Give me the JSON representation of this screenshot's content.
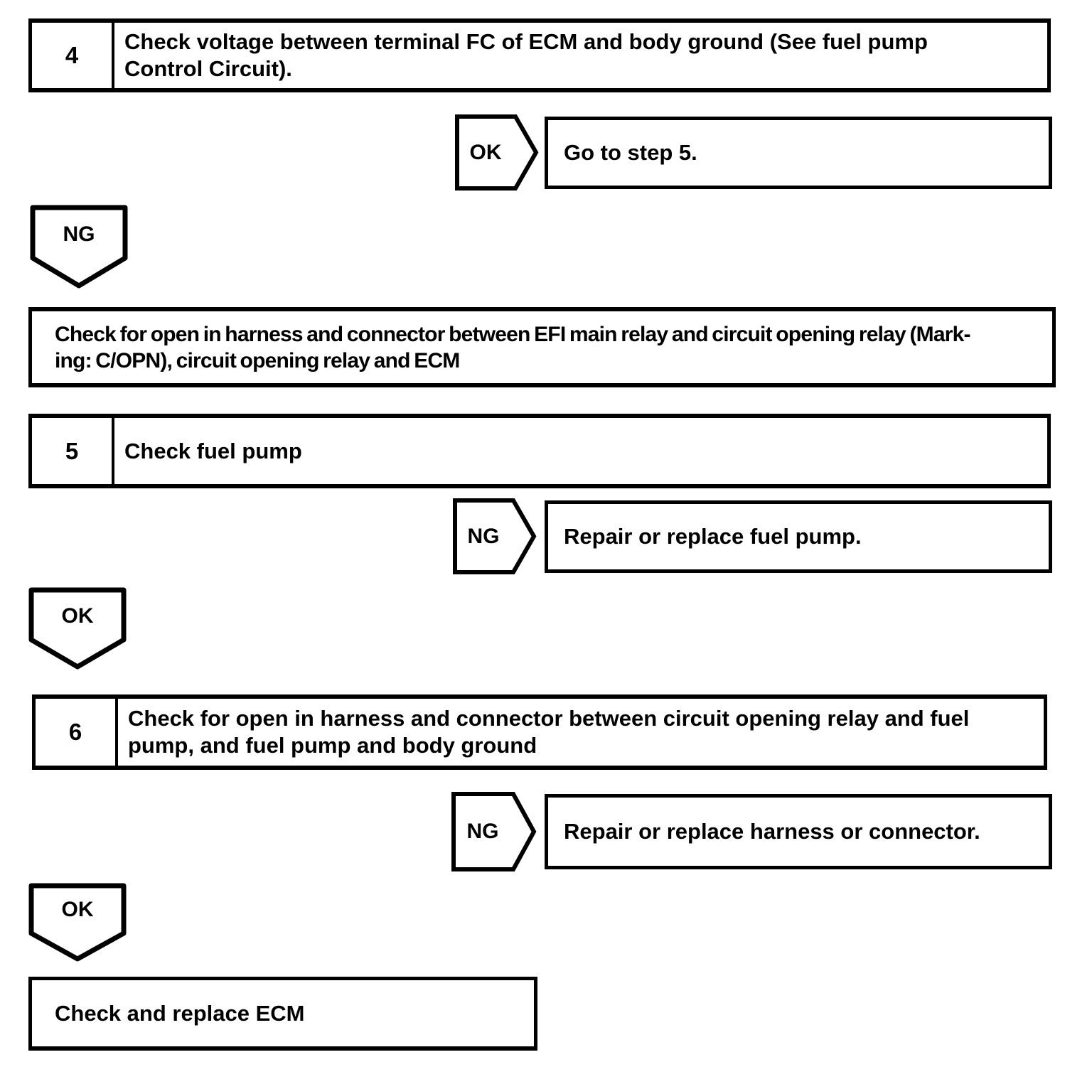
{
  "page": {
    "background_color": "#ffffff",
    "ink_color": "#000000"
  },
  "flow": {
    "step4": {
      "number": "4",
      "lines": [
        "Check voltage between terminal FC of ECM and body ground (See fuel pump",
        "Control Circuit)."
      ]
    },
    "branch_ok_step4": {
      "label": "OK",
      "result": "Go to step 5."
    },
    "ng_step4": {
      "label": "NG"
    },
    "action_ng_step4": {
      "lines": [
        "Check for open in harness and connector between EFI main relay and circuit opening relay (Mark-",
        "ing: C/OPN), circuit opening relay and ECM"
      ]
    },
    "step5": {
      "number": "5",
      "lines": [
        "Check fuel pump"
      ]
    },
    "branch_ng_step5": {
      "label": "NG",
      "result": "Repair or replace fuel pump."
    },
    "ok_step5": {
      "label": "OK"
    },
    "step6": {
      "number": "6",
      "lines": [
        "Check for open in harness and connector between circuit opening relay and fuel",
        "pump, and fuel pump and body ground"
      ]
    },
    "branch_ng_step6": {
      "label": "NG",
      "result": "Repair or replace harness or connector."
    },
    "ok_step6": {
      "label": "OK"
    },
    "final_action": {
      "text": "Check and replace ECM"
    }
  }
}
